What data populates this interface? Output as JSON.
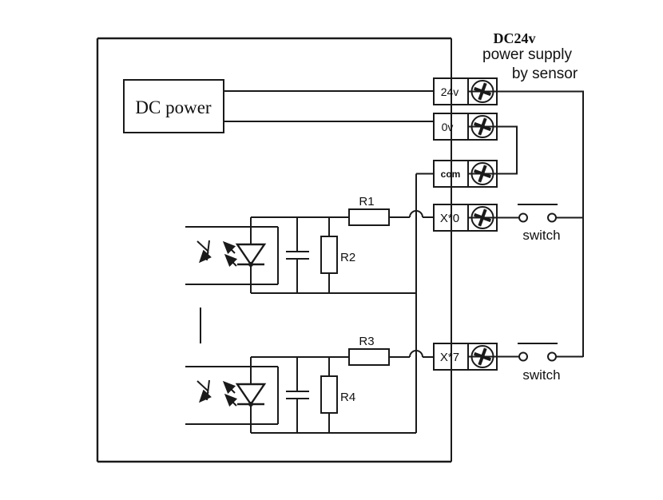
{
  "header": {
    "line1": "DC24v",
    "line2": "power supply",
    "line3": "by sensor"
  },
  "dc_power": {
    "label": "DC power"
  },
  "terminals": {
    "t24v": "24v",
    "t0v": "0v",
    "tcom": "com",
    "tx0": "X*0",
    "tx7": "X*7"
  },
  "components": {
    "r1": "R1",
    "r2": "R2",
    "r3": "R3",
    "r4": "R4"
  },
  "switches": {
    "switch1": "switch",
    "switch2": "switch"
  },
  "colors": {
    "line": "#1a1a1a",
    "background": "#ffffff"
  }
}
